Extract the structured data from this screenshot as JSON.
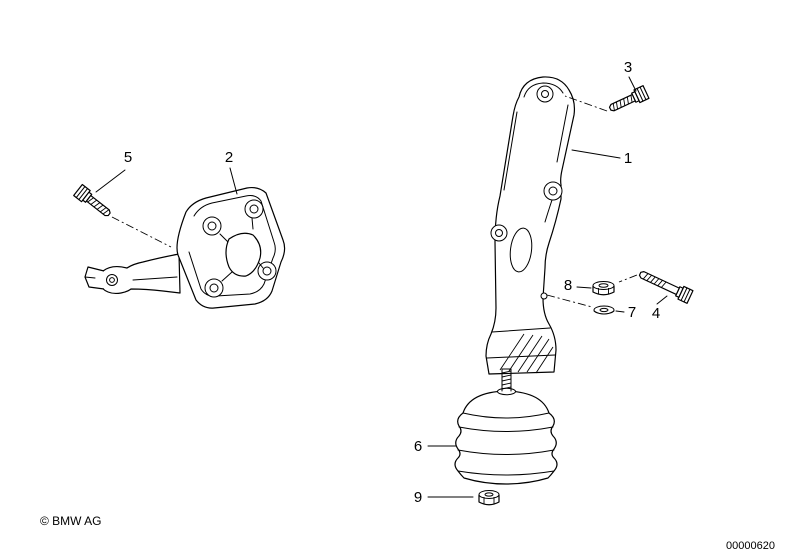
{
  "colors": {
    "line": "#000000",
    "background": "#ffffff"
  },
  "callouts": {
    "c1": "1",
    "c2": "2",
    "c3": "3",
    "c4": "4",
    "c5": "5",
    "c6": "6",
    "c7": "7",
    "c8": "8",
    "c9": "9"
  },
  "footer": {
    "copyright": "© BMW AG",
    "doc_number": "00000620"
  }
}
